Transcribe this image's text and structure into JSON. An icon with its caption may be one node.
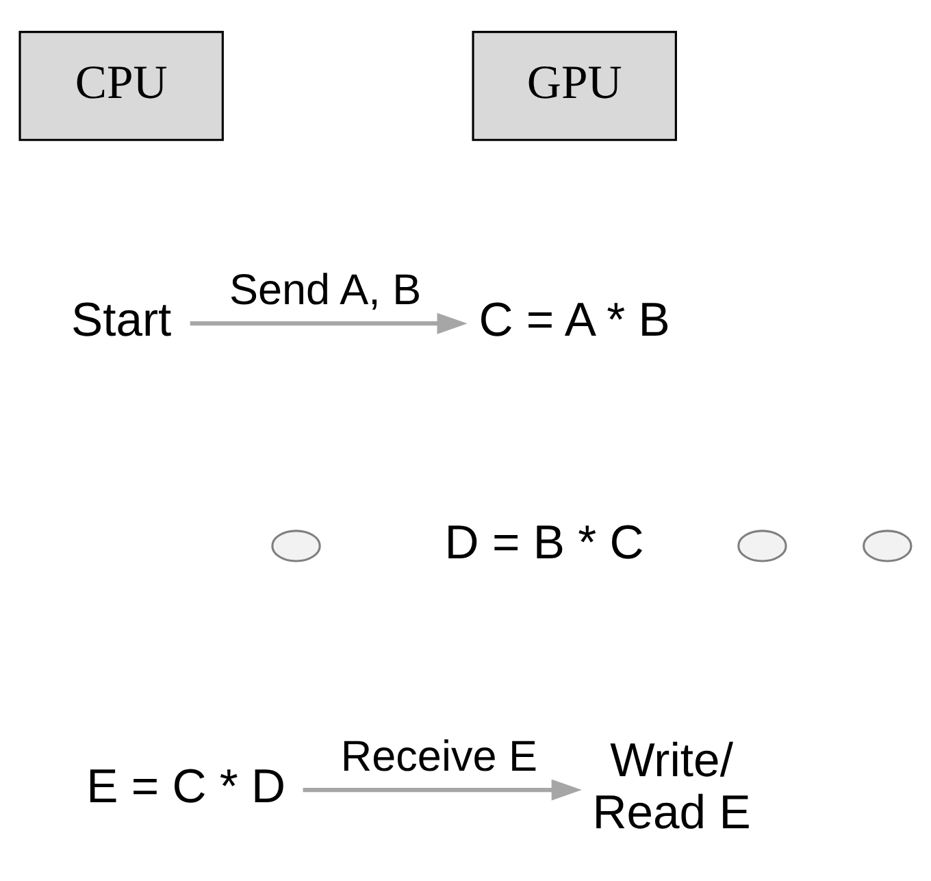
{
  "diagram": {
    "nodes": [
      {
        "text": [
          "CPU"
        ]
      },
      {
        "text": [
          "GPU"
        ]
      },
      {
        "text": [
          "Start"
        ]
      },
      {
        "text": [
          "C = A * B"
        ]
      },
      {
        "text": [],
        "shape": "ellipse"
      },
      {
        "text": [],
        "shape": "ellipse"
      },
      {
        "text": [],
        "shape": "ellipse"
      },
      {
        "text": [
          "D = B * C"
        ]
      },
      {
        "text": [
          "Write/ Read E"
        ]
      },
      {
        "text": [
          "E = C * D"
        ]
      }
    ],
    "edges": [
      {
        "from": 2,
        "to": 3,
        "arrow": "to",
        "label": "Send A, B"
      },
      {
        "from": 9,
        "to": 8,
        "arrow": "to",
        "label": "Receive E"
      }
    ]
  }
}
